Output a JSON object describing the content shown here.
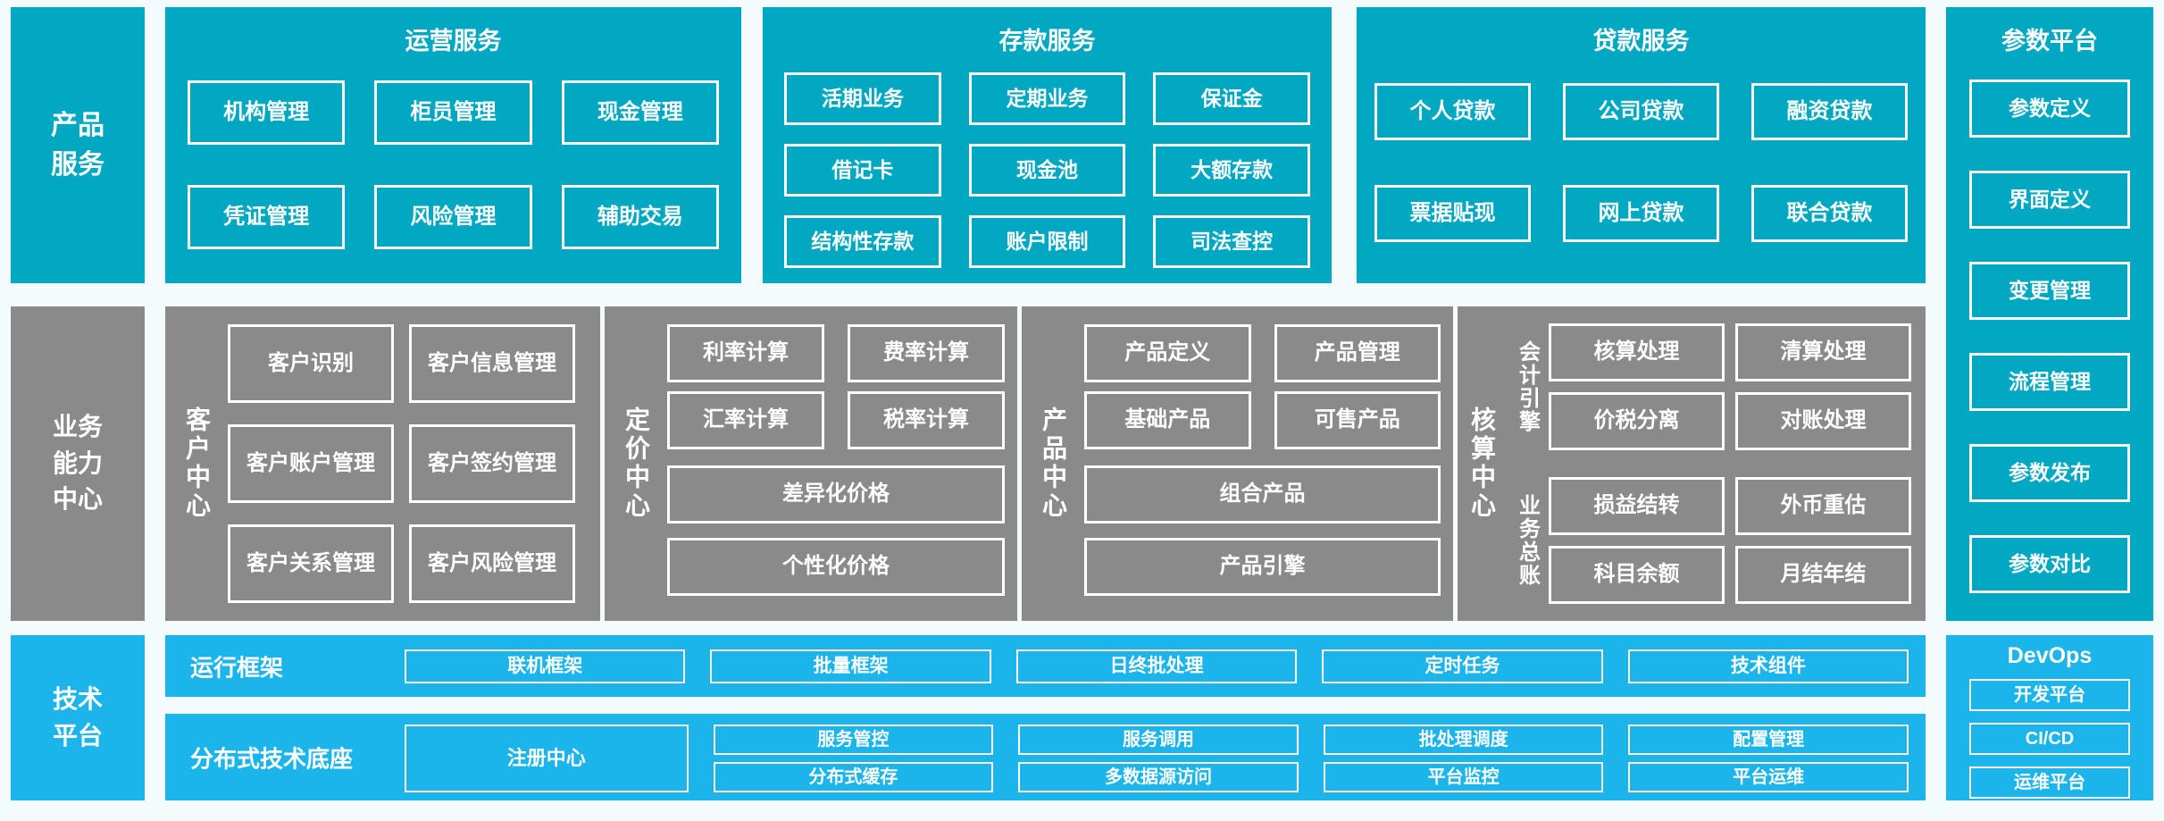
{
  "colors": {
    "teal": "#00a8c2",
    "gray": "#8a8a8a",
    "blue": "#1bb5eb",
    "background": "#f4fbfd",
    "box_border": "#ffffff",
    "text": "#ffffff"
  },
  "sidebars": {
    "product": {
      "lines": [
        "产品",
        "服务"
      ]
    },
    "business": {
      "lines": [
        "业务",
        "能力",
        "中心"
      ]
    },
    "tech": {
      "lines": [
        "技术",
        "平台"
      ]
    }
  },
  "operations": {
    "title": "运营服务",
    "items": [
      "机构管理",
      "柜员管理",
      "现金管理",
      "凭证管理",
      "风险管理",
      "辅助交易"
    ]
  },
  "deposit": {
    "title": "存款服务",
    "items": [
      "活期业务",
      "定期业务",
      "保证金",
      "借记卡",
      "现金池",
      "大额存款",
      "结构性存款",
      "账户限制",
      "司法查控"
    ]
  },
  "loan": {
    "title": "贷款服务",
    "items": [
      "个人贷款",
      "公司贷款",
      "融资贷款",
      "票据贴现",
      "网上贷款",
      "联合贷款"
    ]
  },
  "params": {
    "title": "参数平台",
    "items": [
      "参数定义",
      "界面定义",
      "变更管理",
      "流程管理",
      "参数发布",
      "参数对比"
    ]
  },
  "customer": {
    "label": "客户中心",
    "items": [
      "客户识别",
      "客户信息管理",
      "客户账户管理",
      "客户签约管理",
      "客户关系管理",
      "客户风险管理"
    ]
  },
  "pricing": {
    "label": "定价中心",
    "items": [
      "利率计算",
      "费率计算",
      "汇率计算",
      "税率计算"
    ],
    "wide": [
      "差异化价格",
      "个性化价格"
    ]
  },
  "product_center": {
    "label": "产品中心",
    "items": [
      "产品定义",
      "产品管理",
      "基础产品",
      "可售产品"
    ],
    "wide": [
      "组合产品",
      "产品引擎"
    ]
  },
  "accounting": {
    "label": "核算中心",
    "sections": [
      {
        "label": "会计引擎",
        "items": [
          "核算处理",
          "清算处理",
          "价税分离",
          "对账处理"
        ]
      },
      {
        "label": "业务总账",
        "items": [
          "损益结转",
          "外币重估",
          "科目余额",
          "月结年结"
        ]
      }
    ]
  },
  "runtime": {
    "label": "运行框架",
    "items": [
      "联机框架",
      "批量框架",
      "日终批处理",
      "定时任务",
      "技术组件"
    ]
  },
  "distributed": {
    "label": "分布式技术底座",
    "registry": "注册中心",
    "columns": [
      [
        "服务管控",
        "分布式缓存"
      ],
      [
        "服务调用",
        "多数据源访问"
      ],
      [
        "批处理调度",
        "平台监控"
      ],
      [
        "配置管理",
        "平台运维"
      ]
    ]
  },
  "devops": {
    "title": "DevOps",
    "items": [
      "开发平台",
      "CI/CD",
      "运维平台"
    ]
  }
}
